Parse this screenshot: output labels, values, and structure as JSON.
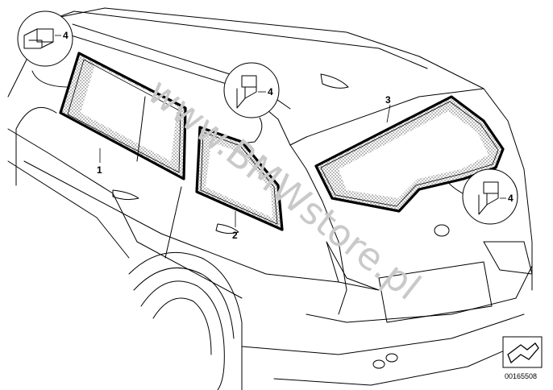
{
  "callouts": {
    "blind_left_side": "1",
    "blind_rear_side": "2",
    "blind_rear_window": "3",
    "holder_top_left": "4",
    "holder_middle": "4",
    "holder_right": "4"
  },
  "watermark": "www.BMWstore.pl",
  "part_number": "00165508"
}
